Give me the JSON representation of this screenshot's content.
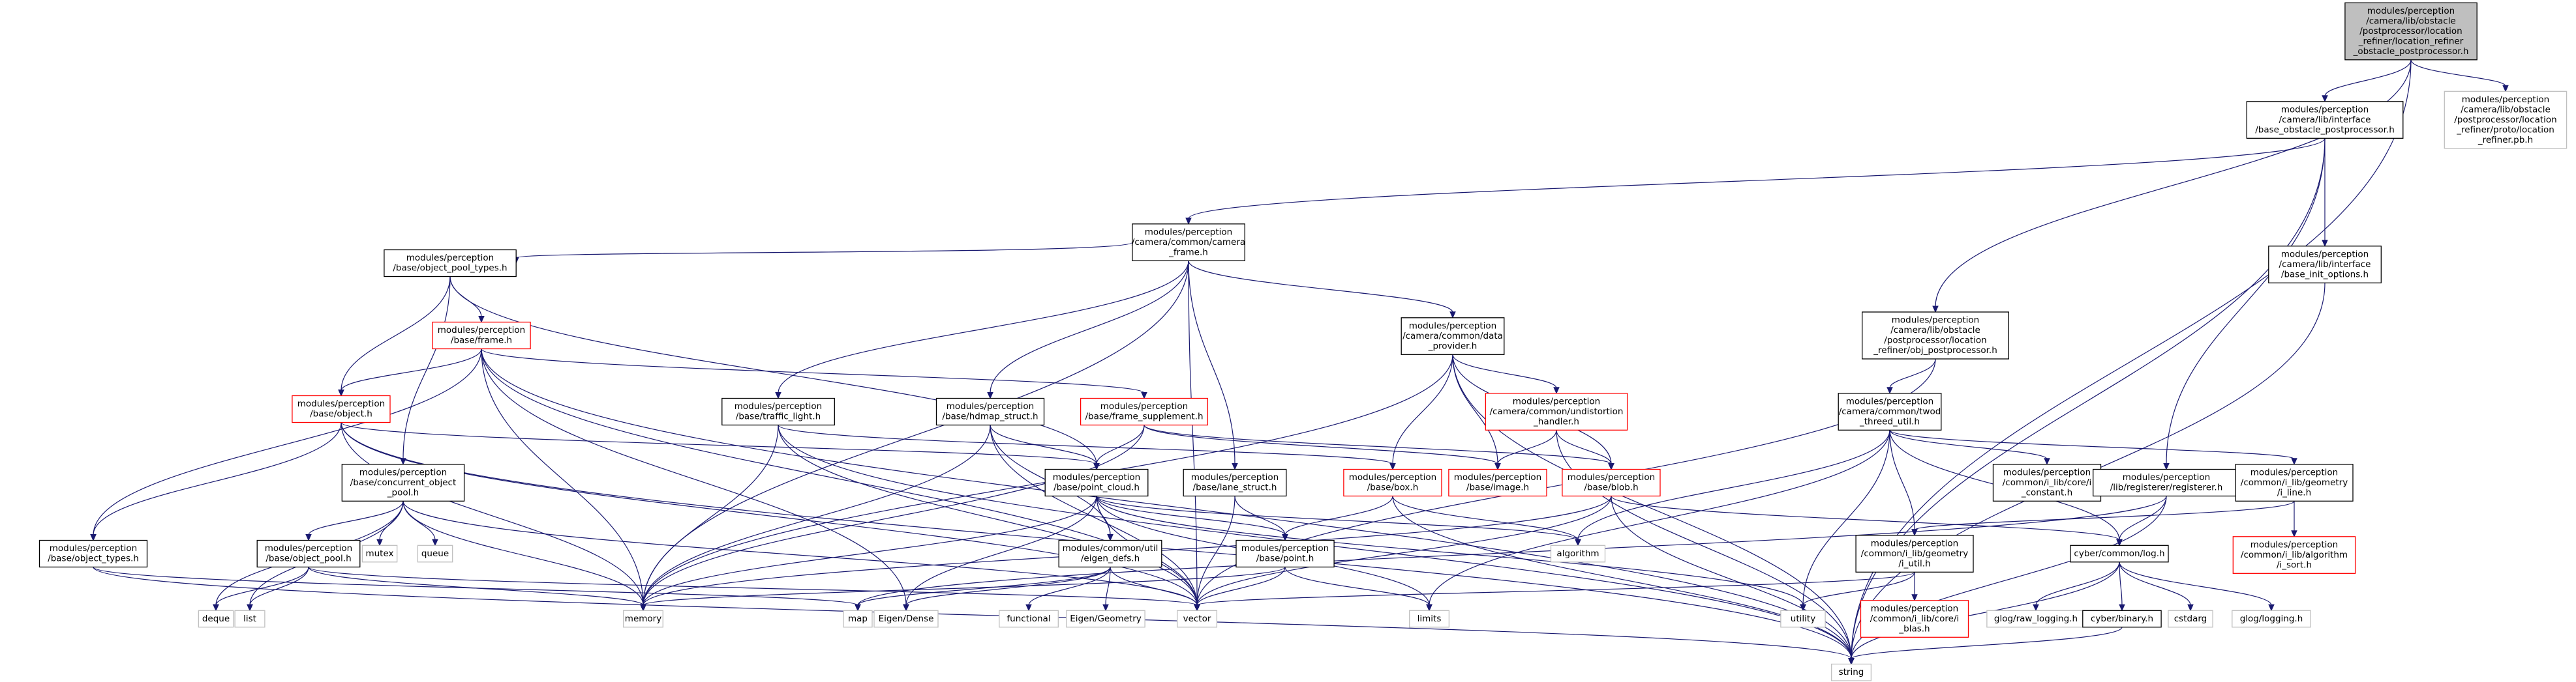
{
  "colors": {
    "edge": "#191970",
    "root_fill": "#bfbfbf",
    "root_stroke": "#000000",
    "normal_stroke": "#000000",
    "truncated_stroke": "#ff0000",
    "external_stroke": "#bfbfbf",
    "text": "#000000"
  },
  "nodes": [
    {
      "id": "root",
      "kind": "root",
      "lines": [
        "modules/perception",
        "/camera/lib/obstacle",
        "/postprocessor/location",
        "_refiner/location_refiner",
        "_obstacle_postprocessor.h"
      ]
    },
    {
      "id": "base_obstacle_pp",
      "kind": "normal",
      "lines": [
        "modules/perception",
        "/camera/lib/interface",
        "/base_obstacle_postprocessor.h"
      ]
    },
    {
      "id": "location_refiner_pb",
      "kind": "external",
      "lines": [
        "modules/perception",
        "/camera/lib/obstacle",
        "/postprocessor/location",
        "_refiner/proto/location",
        "_refiner.pb.h"
      ]
    },
    {
      "id": "camera_frame",
      "kind": "normal",
      "lines": [
        "modules/perception",
        "/camera/common/camera",
        "_frame.h"
      ]
    },
    {
      "id": "base_init_options",
      "kind": "normal",
      "lines": [
        "modules/perception",
        "/camera/lib/interface",
        "/base_init_options.h"
      ]
    },
    {
      "id": "obj_postprocessor",
      "kind": "normal",
      "lines": [
        "modules/perception",
        "/camera/lib/obstacle",
        "/postprocessor/location",
        "_refiner/obj_postprocessor.h"
      ]
    },
    {
      "id": "object_pool_types",
      "kind": "normal",
      "lines": [
        "modules/perception",
        "/base/object_pool_types.h"
      ]
    },
    {
      "id": "data_provider",
      "kind": "normal",
      "lines": [
        "modules/perception",
        "/camera/common/data",
        "_provider.h"
      ]
    },
    {
      "id": "base_frame",
      "kind": "truncated",
      "lines": [
        "modules/perception",
        "/base/frame.h"
      ]
    },
    {
      "id": "undistortion",
      "kind": "truncated",
      "lines": [
        "modules/perception",
        "/camera/common/undistortion",
        "_handler.h"
      ]
    },
    {
      "id": "twod_threed",
      "kind": "normal",
      "lines": [
        "modules/perception",
        "/camera/common/twod",
        "_threed_util.h"
      ]
    },
    {
      "id": "base_object",
      "kind": "truncated",
      "lines": [
        "modules/perception",
        "/base/object.h"
      ]
    },
    {
      "id": "traffic_light",
      "kind": "normal",
      "lines": [
        "modules/perception",
        "/base/traffic_light.h"
      ]
    },
    {
      "id": "hdmap_struct",
      "kind": "normal",
      "lines": [
        "modules/perception",
        "/base/hdmap_struct.h"
      ]
    },
    {
      "id": "frame_supplement",
      "kind": "truncated",
      "lines": [
        "modules/perception",
        "/base/frame_supplement.h"
      ]
    },
    {
      "id": "i_constant",
      "kind": "normal",
      "lines": [
        "modules/perception",
        "/common/i_lib/core/i",
        "_constant.h"
      ]
    },
    {
      "id": "registerer",
      "kind": "normal",
      "lines": [
        "modules/perception",
        "/lib/registerer/registerer.h"
      ]
    },
    {
      "id": "i_line",
      "kind": "normal",
      "lines": [
        "modules/perception",
        "/common/i_lib/geometry",
        "/i_line.h"
      ]
    },
    {
      "id": "concurrent_pool",
      "kind": "normal",
      "lines": [
        "modules/perception",
        "/base/concurrent_object",
        "_pool.h"
      ]
    },
    {
      "id": "point_cloud",
      "kind": "normal",
      "lines": [
        "modules/perception",
        "/base/point_cloud.h"
      ]
    },
    {
      "id": "lane_struct",
      "kind": "normal",
      "lines": [
        "modules/perception",
        "/base/lane_struct.h"
      ]
    },
    {
      "id": "base_box",
      "kind": "truncated",
      "lines": [
        "modules/perception",
        "/base/box.h"
      ]
    },
    {
      "id": "base_image",
      "kind": "truncated",
      "lines": [
        "modules/perception",
        "/base/image.h"
      ]
    },
    {
      "id": "base_blob",
      "kind": "truncated",
      "lines": [
        "modules/perception",
        "/base/blob.h"
      ]
    },
    {
      "id": "i_sort",
      "kind": "truncated",
      "lines": [
        "modules/perception",
        "/common/i_lib/algorithm",
        "/i_sort.h"
      ]
    },
    {
      "id": "object_types",
      "kind": "normal",
      "lines": [
        "modules/perception",
        "/base/object_types.h"
      ]
    },
    {
      "id": "object_pool",
      "kind": "normal",
      "lines": [
        "modules/perception",
        "/base/object_pool.h"
      ]
    },
    {
      "id": "mutex",
      "kind": "external",
      "lines": [
        "mutex"
      ]
    },
    {
      "id": "queue",
      "kind": "external",
      "lines": [
        "queue"
      ]
    },
    {
      "id": "eigen_defs",
      "kind": "normal",
      "lines": [
        "modules/common/util",
        "/eigen_defs.h"
      ]
    },
    {
      "id": "base_point",
      "kind": "normal",
      "lines": [
        "modules/perception",
        "/base/point.h"
      ]
    },
    {
      "id": "algorithm",
      "kind": "external",
      "lines": [
        "algorithm"
      ]
    },
    {
      "id": "cyber_log",
      "kind": "normal",
      "lines": [
        "cyber/common/log.h"
      ]
    },
    {
      "id": "i_util",
      "kind": "normal",
      "lines": [
        "modules/perception",
        "/common/i_lib/geometry",
        "/i_util.h"
      ]
    },
    {
      "id": "deque",
      "kind": "external",
      "lines": [
        "deque"
      ]
    },
    {
      "id": "list",
      "kind": "external",
      "lines": [
        "list"
      ]
    },
    {
      "id": "memory",
      "kind": "external",
      "lines": [
        "memory"
      ]
    },
    {
      "id": "map",
      "kind": "external",
      "lines": [
        "map"
      ]
    },
    {
      "id": "eigen_dense",
      "kind": "external",
      "lines": [
        "Eigen/Dense"
      ]
    },
    {
      "id": "functional",
      "kind": "external",
      "lines": [
        "functional"
      ]
    },
    {
      "id": "eigen_geometry",
      "kind": "external",
      "lines": [
        "Eigen/Geometry"
      ]
    },
    {
      "id": "vector",
      "kind": "external",
      "lines": [
        "vector"
      ]
    },
    {
      "id": "limits",
      "kind": "external",
      "lines": [
        "limits"
      ]
    },
    {
      "id": "utility",
      "kind": "external",
      "lines": [
        "utility"
      ]
    },
    {
      "id": "i_blas",
      "kind": "truncated",
      "lines": [
        "modules/perception",
        "/common/i_lib/core/i",
        "_blas.h"
      ]
    },
    {
      "id": "glog_raw",
      "kind": "external",
      "lines": [
        "glog/raw_logging.h"
      ]
    },
    {
      "id": "cyber_binary",
      "kind": "normal",
      "lines": [
        "cyber/binary.h"
      ]
    },
    {
      "id": "cstdarg",
      "kind": "external",
      "lines": [
        "cstdarg"
      ]
    },
    {
      "id": "glog_logging",
      "kind": "external",
      "lines": [
        "glog/logging.h"
      ]
    },
    {
      "id": "string",
      "kind": "external",
      "lines": [
        "string"
      ]
    }
  ],
  "edges": [
    [
      "root",
      "base_obstacle_pp"
    ],
    [
      "root",
      "location_refiner_pb"
    ],
    [
      "root",
      "obj_postprocessor"
    ],
    [
      "root",
      "string"
    ],
    [
      "base_obstacle_pp",
      "camera_frame"
    ],
    [
      "base_obstacle_pp",
      "base_init_options"
    ],
    [
      "base_obstacle_pp",
      "registerer"
    ],
    [
      "base_obstacle_pp",
      "string"
    ],
    [
      "base_init_options",
      "string"
    ],
    [
      "obj_postprocessor",
      "twod_threed"
    ],
    [
      "obj_postprocessor",
      "vector"
    ],
    [
      "camera_frame",
      "object_pool_types"
    ],
    [
      "camera_frame",
      "data_provider"
    ],
    [
      "camera_frame",
      "traffic_light"
    ],
    [
      "camera_frame",
      "hdmap_struct"
    ],
    [
      "camera_frame",
      "lane_struct"
    ],
    [
      "camera_frame",
      "memory"
    ],
    [
      "camera_frame",
      "vector"
    ],
    [
      "object_pool_types",
      "base_frame"
    ],
    [
      "object_pool_types",
      "base_object"
    ],
    [
      "object_pool_types",
      "concurrent_pool"
    ],
    [
      "object_pool_types",
      "point_cloud"
    ],
    [
      "base_frame",
      "base_object"
    ],
    [
      "base_frame",
      "frame_supplement"
    ],
    [
      "base_frame",
      "object_types"
    ],
    [
      "base_frame",
      "memory"
    ],
    [
      "base_frame",
      "eigen_dense"
    ],
    [
      "base_frame",
      "vector"
    ],
    [
      "base_frame",
      "string"
    ],
    [
      "data_provider",
      "undistortion"
    ],
    [
      "data_provider",
      "base_box"
    ],
    [
      "data_provider",
      "base_image"
    ],
    [
      "data_provider",
      "base_blob"
    ],
    [
      "data_provider",
      "memory"
    ],
    [
      "data_provider",
      "string"
    ],
    [
      "undistortion",
      "base_image"
    ],
    [
      "undistortion",
      "base_blob"
    ],
    [
      "undistortion",
      "string"
    ],
    [
      "twod_threed",
      "i_constant"
    ],
    [
      "twod_threed",
      "i_line"
    ],
    [
      "twod_threed",
      "i_util"
    ],
    [
      "twod_threed",
      "cyber_log"
    ],
    [
      "twod_threed",
      "algorithm"
    ],
    [
      "twod_threed",
      "limits"
    ],
    [
      "twod_threed",
      "utility"
    ],
    [
      "base_object",
      "point_cloud"
    ],
    [
      "base_object",
      "object_types"
    ],
    [
      "base_object",
      "memory"
    ],
    [
      "base_object",
      "vector"
    ],
    [
      "base_object",
      "string"
    ],
    [
      "traffic_light",
      "base_box"
    ],
    [
      "traffic_light",
      "memory"
    ],
    [
      "traffic_light",
      "vector"
    ],
    [
      "traffic_light",
      "string"
    ],
    [
      "hdmap_struct",
      "point_cloud"
    ],
    [
      "hdmap_struct",
      "eigen_defs"
    ],
    [
      "hdmap_struct",
      "memory"
    ],
    [
      "hdmap_struct",
      "vector"
    ],
    [
      "frame_supplement",
      "point_cloud"
    ],
    [
      "frame_supplement",
      "base_image"
    ],
    [
      "frame_supplement",
      "base_blob"
    ],
    [
      "frame_supplement",
      "memory"
    ],
    [
      "registerer",
      "cyber_log"
    ],
    [
      "registerer",
      "map"
    ],
    [
      "registerer",
      "string"
    ],
    [
      "i_line",
      "i_util"
    ],
    [
      "i_line",
      "i_sort"
    ],
    [
      "concurrent_pool",
      "object_pool"
    ],
    [
      "concurrent_pool",
      "mutex"
    ],
    [
      "concurrent_pool",
      "queue"
    ],
    [
      "concurrent_pool",
      "deque"
    ],
    [
      "concurrent_pool",
      "list"
    ],
    [
      "concurrent_pool",
      "memory"
    ],
    [
      "concurrent_pool",
      "vector"
    ],
    [
      "point_cloud",
      "eigen_defs"
    ],
    [
      "point_cloud",
      "base_point"
    ],
    [
      "point_cloud",
      "eigen_dense"
    ],
    [
      "point_cloud",
      "memory"
    ],
    [
      "point_cloud",
      "vector"
    ],
    [
      "point_cloud",
      "limits"
    ],
    [
      "point_cloud",
      "utility"
    ],
    [
      "point_cloud",
      "algorithm"
    ],
    [
      "lane_struct",
      "base_point"
    ],
    [
      "lane_struct",
      "vector"
    ],
    [
      "base_box",
      "base_point"
    ],
    [
      "base_box",
      "algorithm"
    ],
    [
      "base_box",
      "string"
    ],
    [
      "base_blob",
      "cyber_log"
    ],
    [
      "base_blob",
      "memory"
    ],
    [
      "base_blob",
      "vector"
    ],
    [
      "base_blob",
      "string"
    ],
    [
      "object_types",
      "map"
    ],
    [
      "object_types",
      "string"
    ],
    [
      "object_pool",
      "deque"
    ],
    [
      "object_pool",
      "list"
    ],
    [
      "object_pool",
      "memory"
    ],
    [
      "object_pool",
      "vector"
    ],
    [
      "eigen_defs",
      "map"
    ],
    [
      "eigen_defs",
      "eigen_dense"
    ],
    [
      "eigen_defs",
      "functional"
    ],
    [
      "eigen_defs",
      "eigen_geometry"
    ],
    [
      "eigen_defs",
      "vector"
    ],
    [
      "base_point",
      "memory"
    ],
    [
      "base_point",
      "vector"
    ],
    [
      "base_point",
      "limits"
    ],
    [
      "cyber_log",
      "glog_raw"
    ],
    [
      "cyber_log",
      "cyber_binary"
    ],
    [
      "cyber_log",
      "cstdarg"
    ],
    [
      "cyber_log",
      "glog_logging"
    ],
    [
      "cyber_log",
      "string"
    ],
    [
      "i_util",
      "i_blas"
    ],
    [
      "i_util",
      "utility"
    ],
    [
      "i_util",
      "vector"
    ],
    [
      "cyber_binary",
      "string"
    ]
  ]
}
